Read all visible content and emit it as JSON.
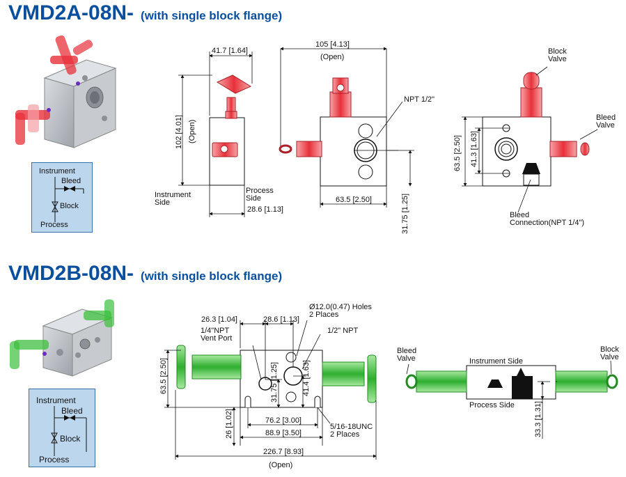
{
  "sections": [
    {
      "model": "VMD2A-08N-",
      "subtitle": "(with single block flange)"
    },
    {
      "model": "VMD2B-08N-",
      "subtitle": "(with single block flange)"
    }
  ],
  "schematic_a": {
    "instrument": "Instrument",
    "bleed": "Bleed",
    "block": "Block",
    "process": "Process"
  },
  "schematic_b": {
    "instrument": "Instrument",
    "bleed": "Bleed",
    "block": "Block",
    "process": "Process"
  },
  "drawing_a": {
    "side": {
      "width": "41.7 [1.64]",
      "height": "102 [4.01]",
      "open": "(Open)",
      "instrument_side": "Instrument\nSide",
      "process_side": "Process\nSide",
      "base": "28.6 [1.13]"
    },
    "front": {
      "width_open": "105 [4.13]",
      "open": "(Open)",
      "npt": "NPT 1/2\"",
      "base": "63.5 [2.50]",
      "height": "31.75 [1.25]"
    },
    "rear": {
      "block_valve": "Block\nValve",
      "bleed_valve": "Bleed\nValve",
      "h1": "63.5 [2.50]",
      "h2": "41.3 [1.63]",
      "bleed_conn": "Bleed\nConnection(NPT 1/4\")"
    }
  },
  "drawing_b": {
    "front": {
      "d1": "26.3 [1.04]",
      "d2": "28.6 [1.13]",
      "holes": "Ø12.0(0.47) Holes\n2 Places",
      "vent": "1/4\"NPT\nVent Port",
      "npt": "1/2\" NPT",
      "h_left": "63.5 [2.50]",
      "v1": "31.75 [1.25]",
      "v2": "41.4 [1.63]",
      "v3": "26 [1.02]",
      "w1": "76.2 [3.00]",
      "w2": "88.9 [3.50]",
      "unc": "5/16-18UNC\n2 Places",
      "total": "226.7 [8.93]",
      "open": "(Open)"
    },
    "top": {
      "bleed_valve": "Bleed\nValve",
      "block_valve": "Block\nValve",
      "instrument_side": "Instrument Side",
      "process_side": "Process Side",
      "height": "33.3 [1.31]"
    }
  },
  "colors": {
    "title": "#0a4f9e",
    "schematic_bg": "#bcd6ee",
    "valve_red": "#e8303a",
    "valve_green": "#3cbf3c",
    "block_gray": "#bfc3c8"
  }
}
